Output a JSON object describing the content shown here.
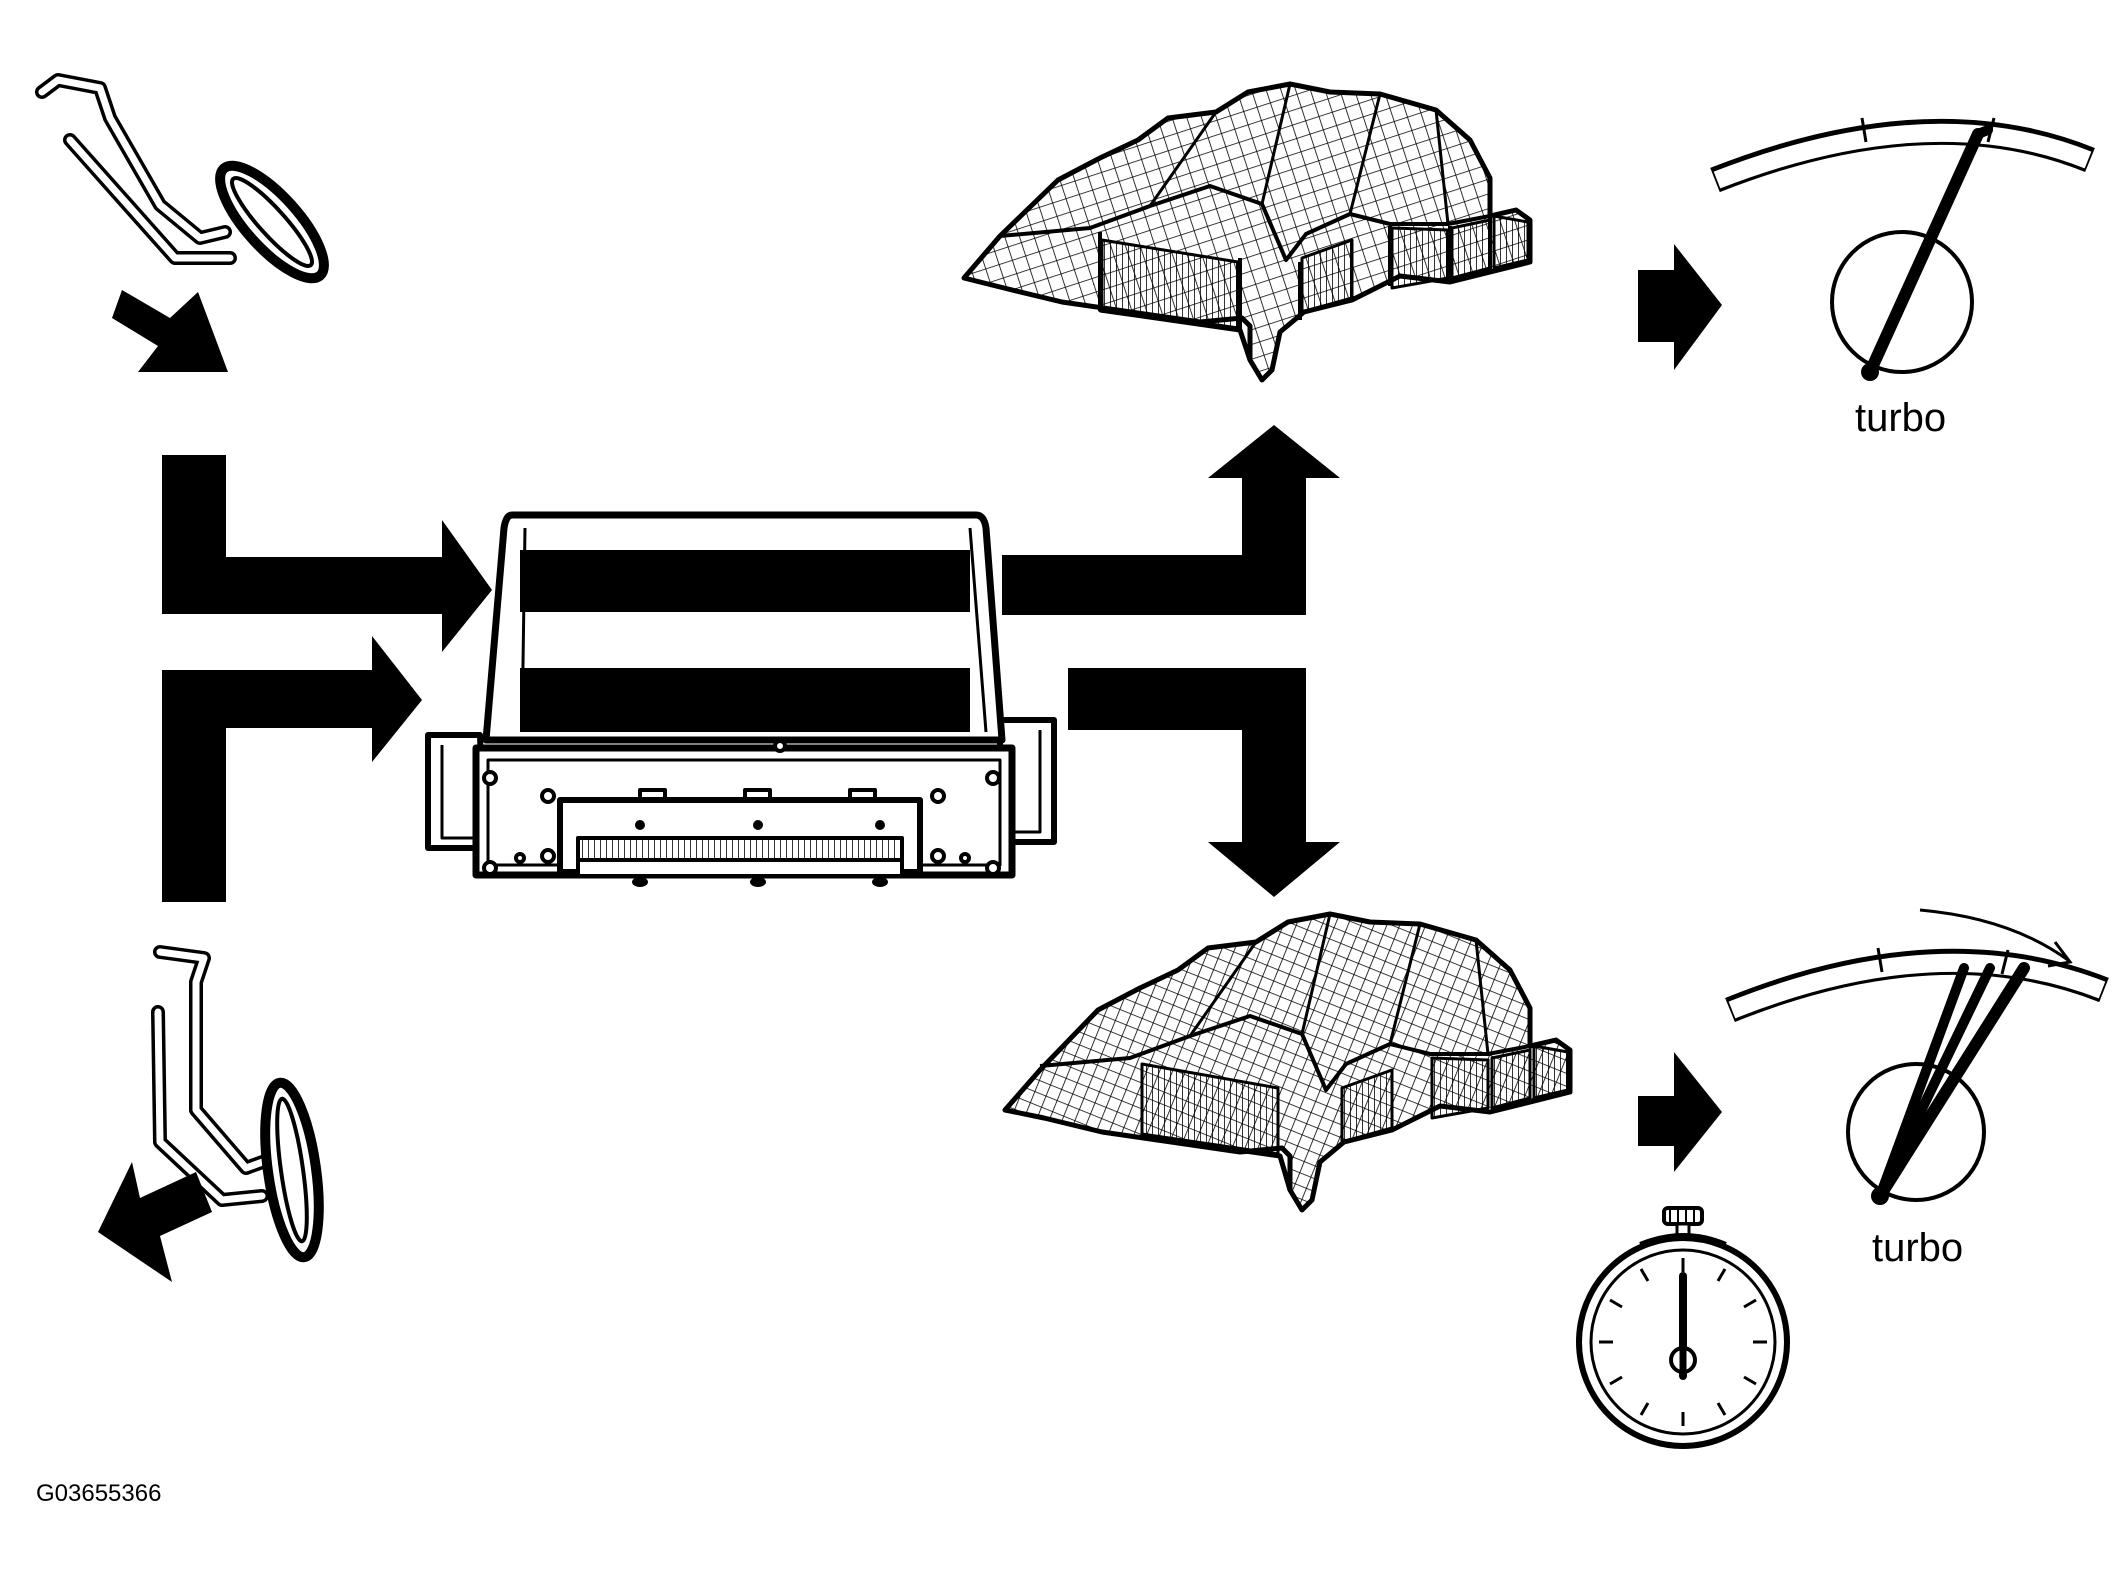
{
  "labels": {
    "gauge_top": "turbo",
    "gauge_bottom": "turbo",
    "figure_ref": "G03655366"
  },
  "colors": {
    "ink": "#000000",
    "paper": "#ffffff"
  },
  "icons": {
    "pedal_top": "accelerator-pedal-icon",
    "pedal_bottom": "accelerator-pedal-icon",
    "ecu": "control-module-icon",
    "map_top": "3d-map-icon",
    "map_bottom": "3d-map-icon",
    "gauge_top": "turbo-gauge-icon",
    "gauge_bottom": "turbo-gauge-icon",
    "stopwatch": "stopwatch-icon"
  }
}
